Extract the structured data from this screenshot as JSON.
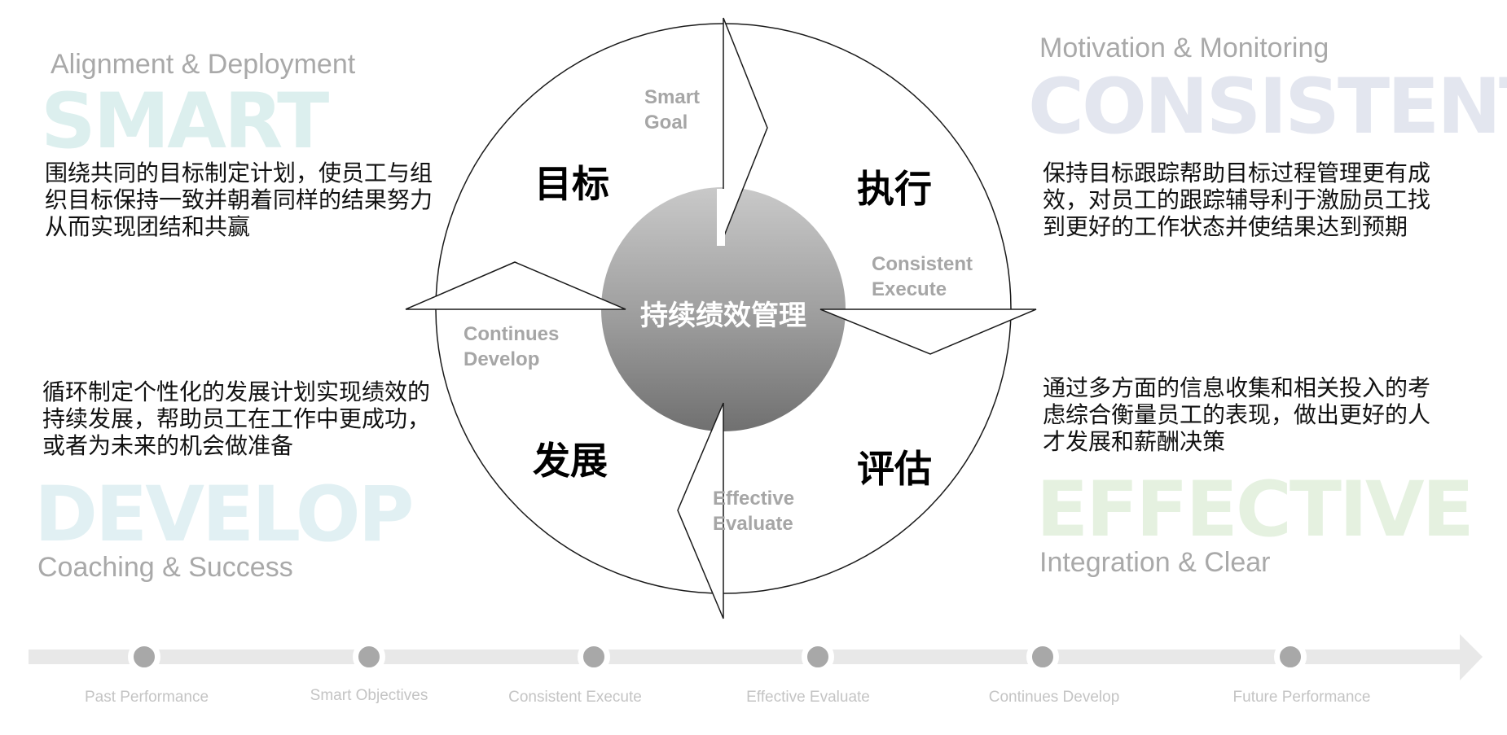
{
  "quadrants": {
    "top_left": {
      "subtitle": "Alignment & Deployment",
      "keyword": "SMART",
      "keyword_color": "#dcefee",
      "text": "围绕共同的目标制定计划，使员工与组织目标保持一致并朝着同样的结果努力从而实现团结和共赢"
    },
    "top_right": {
      "subtitle": "Motivation & Monitoring",
      "keyword": "CONSISTENT",
      "keyword_color": "#e3e6ef",
      "text": "保持目标跟踪帮助目标过程管理更有成效，对员工的跟踪辅导利于激励员工找到更好的工作状态并使结果达到预期"
    },
    "bottom_left": {
      "subtitle": "Coaching & Success",
      "keyword": "DEVELOP",
      "keyword_color": "#e1f0f3",
      "text": "循环制定个性化的发展计划实现绩效的持续发展，帮助员工在工作中更成功，或者为未来的机会做准备"
    },
    "bottom_right": {
      "subtitle": "Integration & Clear",
      "keyword": "EFFECTIVE",
      "keyword_color": "#e5f1e0",
      "text": "通过多方面的信息收集和相关投入的考虑综合衡量员工的表现，做出更好的人才发展和薪酬决策"
    }
  },
  "cycle": {
    "center": "持续绩效管理",
    "stages": [
      {
        "cn": "目标",
        "en_line1": "Smart",
        "en_line2": "Goal"
      },
      {
        "cn": "执行",
        "en_line1": "Consistent",
        "en_line2": "Execute"
      },
      {
        "cn": "评估",
        "en_line1": "Effective",
        "en_line2": "Evaluate"
      },
      {
        "cn": "发展",
        "en_line1": "Continues",
        "en_line2": "Develop"
      }
    ]
  },
  "timeline": {
    "labels": [
      "Past Performance",
      "Smart Objectives",
      "Consistent Execute",
      "Effective Evaluate",
      "Continues Develop",
      "Future Performance"
    ]
  }
}
